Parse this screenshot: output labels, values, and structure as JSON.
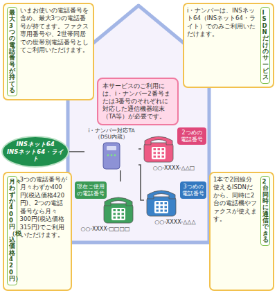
{
  "diagram": {
    "nodes": [
      {
        "text": [
          "最大3つの電話番号が持てる",
          "いまお使いの電話番号を含め、最大3つの電話番号が持てます。ファクス専用番号や、2世帯同居での世帯別電話番号としてご利用いただけます。"
        ]
      },
      {
        "text": [
          "ISDNだけのサービス",
          "i・ナンバーは、INSネット64（INSネット64・ライト）でのみご利用いただけます。"
        ]
      },
      {
        "text": [
          "本サービスのご利用には、i・ナンバー2番号または3番号のそれぞれに対応した通信機器端末（TA等）が必要です。"
        ]
      },
      {
        "text": [
          "INSネット64",
          "INSネット64・ライト"
        ]
      },
      {
        "text": [
          "i・ナンバー対応TA（DSU内蔵）"
        ]
      },
      {
        "text": [
          "2つめの電話番号",
          "○○-XXXX-△△□"
        ]
      },
      {
        "text": [
          "現在ご使用の電話番号",
          "○○-XXXX-□□□□"
        ]
      },
      {
        "text": [
          "3つめの電話番号",
          "○○-XXXX-△△△"
        ]
      },
      {
        "text": [
          "月々わずか400円（税込価格420円）",
          "3つの電話番号が月々わずか400円(税込価格420円)、2つの電話番号なら月々300円(税込価格315円)でご利用いただけます。"
        ]
      },
      {
        "text": [
          "2台同時に通信できる",
          "1本で2回線分使えるISDNだから、同時に2台の電話機やファクスが使えます。"
        ]
      }
    ],
    "edges": [
      {
        "from": 3,
        "to": 4,
        "arrow": "none"
      },
      {
        "from": 4,
        "to": 5,
        "arrow": "none"
      },
      {
        "from": 4,
        "to": 6,
        "arrow": "none"
      },
      {
        "from": 4,
        "to": 7,
        "arrow": "none"
      }
    ]
  }
}
